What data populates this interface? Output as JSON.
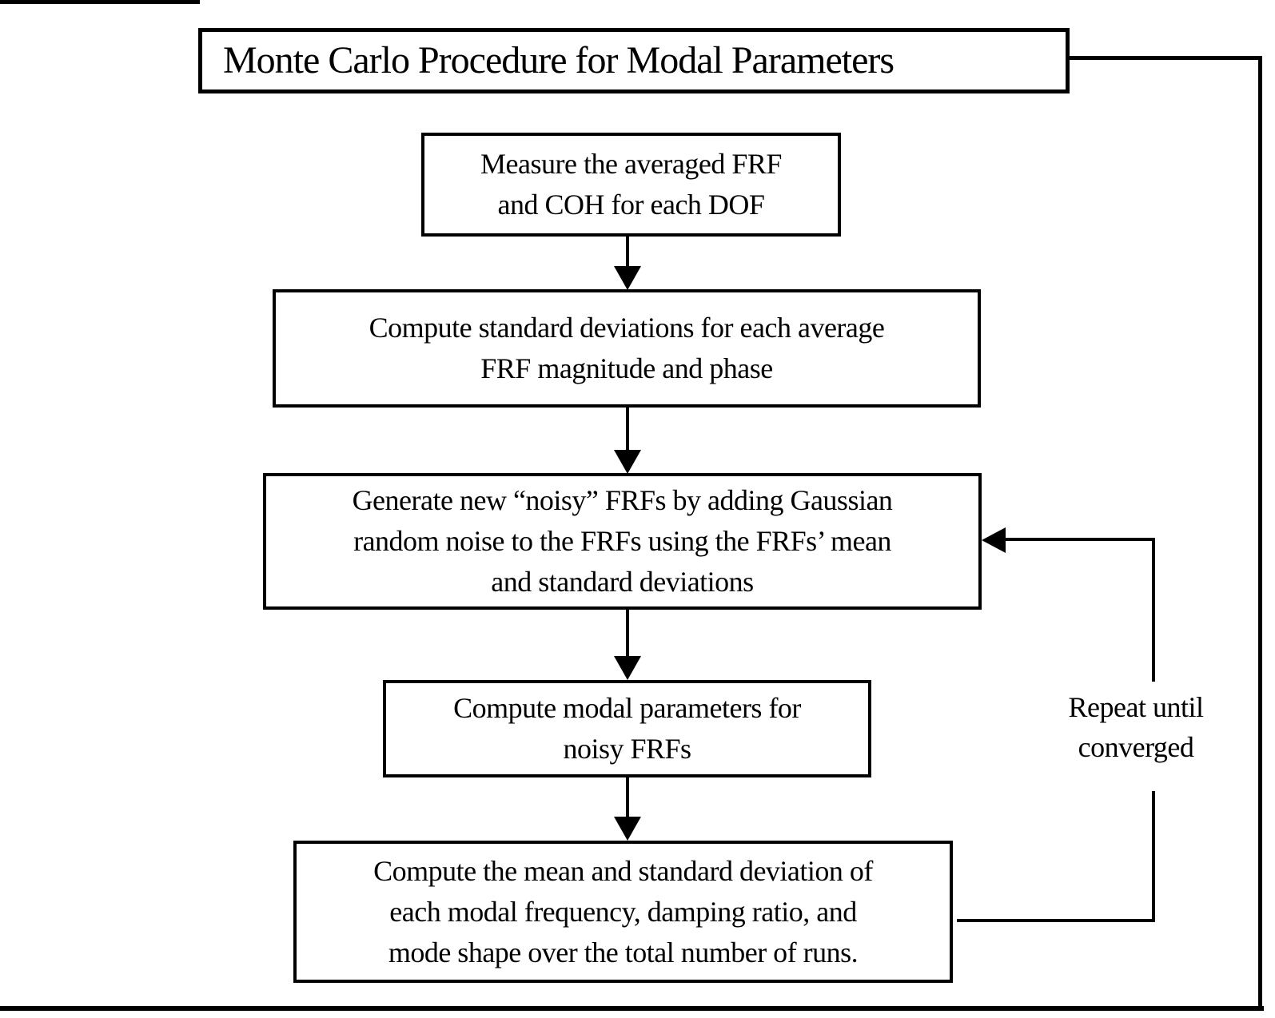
{
  "title": "Monte Carlo Procedure for Modal Parameters",
  "colors": {
    "ink": "#000000",
    "paper": "#ffffff"
  },
  "boxes": {
    "measure": {
      "lines": [
        "Measure the averaged FRF",
        "and COH for each DOF"
      ]
    },
    "std_dev": {
      "lines": [
        "Compute standard deviations for each average",
        "FRF magnitude and phase"
      ]
    },
    "generate": {
      "lines": [
        "Generate new “noisy” FRFs by adding Gaussian",
        "random noise to the FRFs using the FRFs’ mean",
        "and standard deviations"
      ]
    },
    "modal": {
      "lines": [
        "Compute modal parameters for",
        "noisy FRFs"
      ]
    },
    "mean_std": {
      "lines": [
        "Compute the mean and standard deviation of",
        "each modal frequency, damping ratio, and",
        "mode shape over the total number of runs."
      ]
    }
  },
  "loop": {
    "lines": [
      "Repeat until",
      "converged"
    ]
  }
}
